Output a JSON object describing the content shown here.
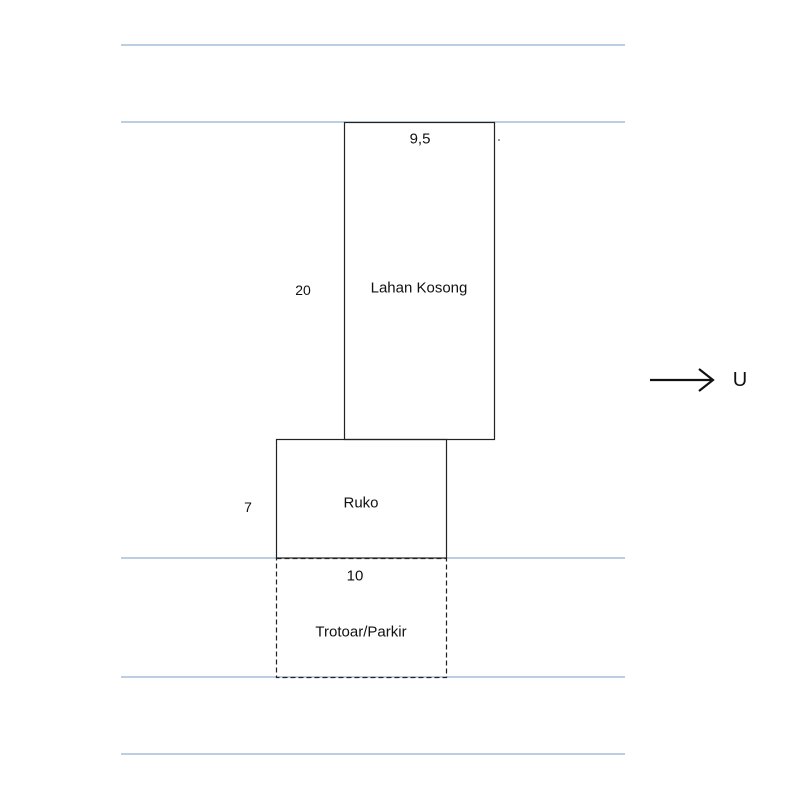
{
  "plot": {
    "lahan_kosong": {
      "label": "Lahan Kosong",
      "width_label": "9,5",
      "length_label": "20"
    },
    "ruko": {
      "label": "Ruko",
      "length_label": "7",
      "width_label": "10"
    },
    "trotoar": {
      "label": "Trotoar/Parkir"
    }
  },
  "north_indicator": {
    "label": "U",
    "icon": "right-arrow-icon"
  },
  "colors": {
    "road_line": "#7a9cc6",
    "outline": "#222222",
    "text": "#111111"
  }
}
